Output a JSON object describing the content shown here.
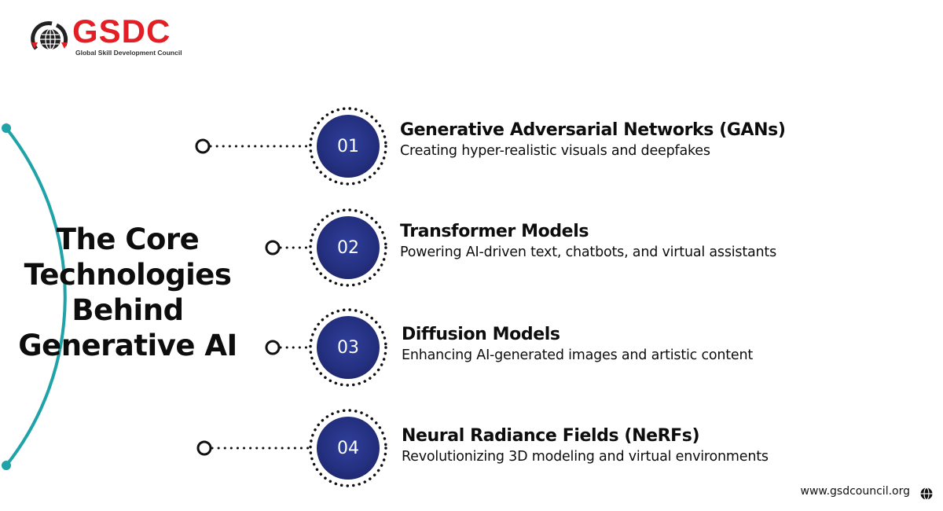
{
  "brand": {
    "name": "GSDC",
    "tagline": "Global Skill Development Council",
    "website": "www.gsdcouncil.org",
    "colors": {
      "brand_red": "#e31e24",
      "teal": "#1fa3a8",
      "navy": "#243080"
    }
  },
  "title_lines": [
    "The Core",
    "Technologies",
    "Behind",
    "Generative AI"
  ],
  "items": [
    {
      "number": "01",
      "heading": "Generative Adversarial Networks (GANs)",
      "description": "Creating hyper-realistic visuals and deepfakes"
    },
    {
      "number": "02",
      "heading": "Transformer Models",
      "description": "Powering AI-driven text, chatbots, and virtual assistants"
    },
    {
      "number": "03",
      "heading": "Diffusion Models",
      "description": "Enhancing AI-generated images and artistic content"
    },
    {
      "number": "04",
      "heading": "Neural Radiance Fields (NeRFs)",
      "description": "Revolutionizing 3D modeling and virtual environments"
    }
  ],
  "icons": {
    "logo": "globe-logo-icon",
    "footer": "globe-icon"
  }
}
